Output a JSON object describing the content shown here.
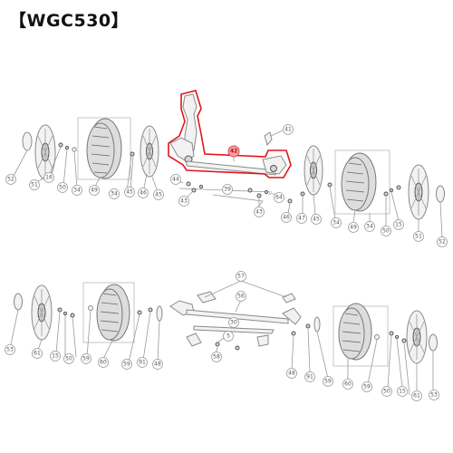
{
  "title": "【WGC530】",
  "highlight": {
    "label": "42"
  },
  "labels": {
    "t41": "41",
    "t52a": "52",
    "t51a": "51",
    "t16": "16",
    "t50a": "50",
    "t34a": "34",
    "t49a": "49",
    "t34b": "34",
    "t45a": "45",
    "t46a": "46",
    "t45b": "45",
    "t44": "44",
    "t43a": "43",
    "t39": "39",
    "t43b": "43",
    "t64": "64",
    "t46b": "46",
    "t47": "47",
    "t45c": "45",
    "t34c": "34",
    "t49b": "49",
    "t34d": "34",
    "t50b": "50",
    "t15a": "15",
    "t51b": "51",
    "t52b": "52",
    "t57": "57",
    "t56": "56",
    "t30": "30",
    "t5": "5",
    "t58": "58",
    "t53": "53",
    "t61a": "61",
    "t15b": "15",
    "t50c": "50",
    "t59a": "59",
    "t60a": "60",
    "t59b": "59",
    "t91a": "91",
    "t48a": "48",
    "t48b": "48",
    "t91b": "91",
    "t59c": "59",
    "t60b": "60",
    "t59d": "59",
    "t50d": "50",
    "t15c": "15",
    "t61b": "61",
    "t53b": "53"
  }
}
